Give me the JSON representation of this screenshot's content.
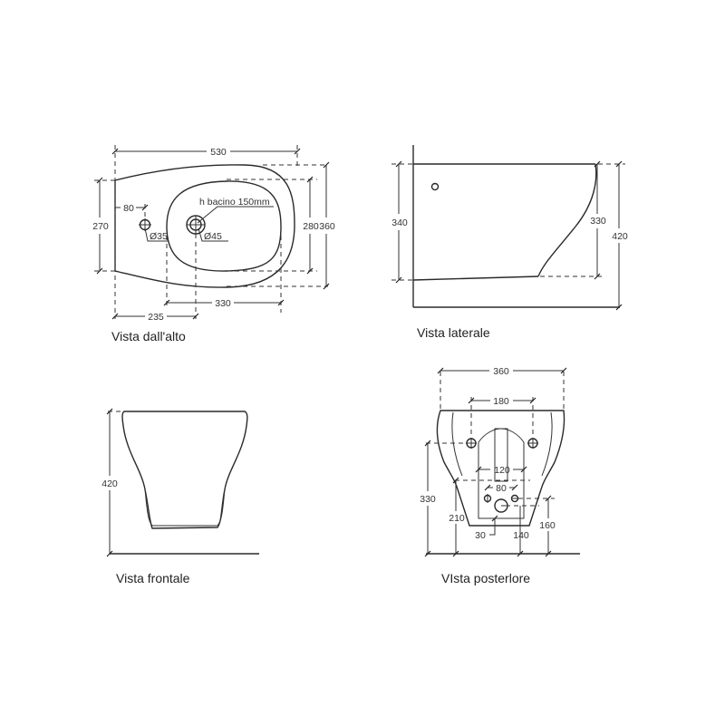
{
  "views": {
    "top": {
      "title": "Vista dall'alto",
      "dims": {
        "width_total": "530",
        "height_270": "270",
        "height_280": "280",
        "height_360": "360",
        "offset_80": "80",
        "basin_330": "330",
        "drain_235": "235",
        "hole_small": "Ø35",
        "hole_drain": "Ø45",
        "basin_depth": "h bacino 150mm"
      }
    },
    "side": {
      "title": "Vista laterale",
      "dims": {
        "h_340": "340",
        "h_330": "330",
        "h_420": "420"
      }
    },
    "front": {
      "title": "Vista frontale",
      "dims": {
        "h_420": "420"
      }
    },
    "rear": {
      "title": "VIsta posterlore",
      "dims": {
        "w_360": "360",
        "w_180": "180",
        "w_120": "120",
        "w_80": "80",
        "h_330": "330",
        "h_210": "210",
        "h_160": "160",
        "d_30": "30",
        "d_140": "140"
      }
    }
  },
  "colors": {
    "line": "#2a2a2a",
    "background": "#ffffff"
  }
}
